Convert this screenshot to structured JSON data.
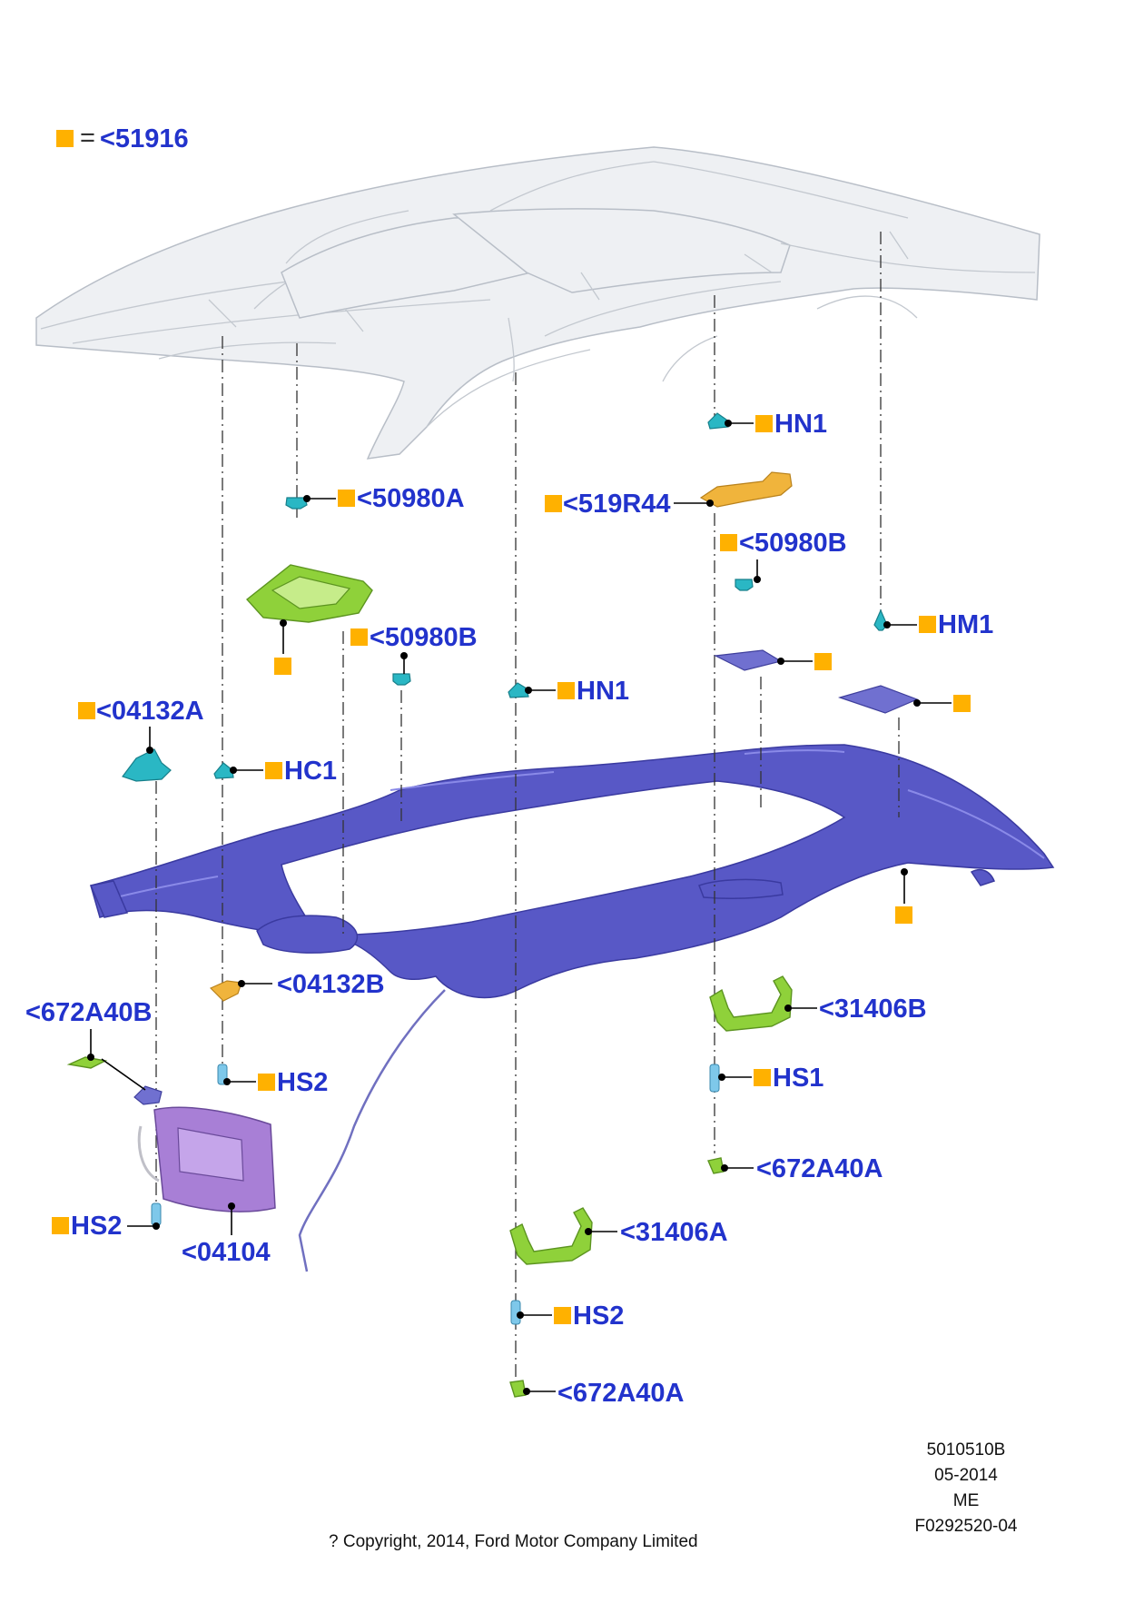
{
  "legend": {
    "equals": "=",
    "code": "<51916"
  },
  "callouts": {
    "c_50980A": "<50980A",
    "c_519R44": "<519R44",
    "c_50980B_right": "<50980B",
    "c_50980B_mid": "<50980B",
    "c_HN1_top": "HN1",
    "c_HN1_mid": "HN1",
    "c_HM1": "HM1",
    "c_04132A": "<04132A",
    "c_HC1": "HC1",
    "c_04132B": "<04132B",
    "c_672A40B": "<672A40B",
    "c_HS2_left": "HS2",
    "c_HS2_lower": "HS2",
    "c_HS2_center": "HS2",
    "c_04104": "<04104",
    "c_31406B": "<31406B",
    "c_HS1": "HS1",
    "c_672A40A_right": "<672A40A",
    "c_31406A": "<31406A",
    "c_672A40A_bottom": "<672A40A"
  },
  "footer": {
    "code_line1": "5010510B",
    "code_line2": "05-2014",
    "code_line3": "ME",
    "code_line4": "F0292520-04",
    "copyright": "? Copyright, 2014, Ford Motor Company Limited"
  },
  "colors": {
    "callout_text": "#2233cc",
    "marker": "#ffb100",
    "headliner": "#5858c6",
    "bracket_green": "#8fd13a",
    "clip_teal": "#2ab7c4",
    "visor": "#a87fd6"
  }
}
